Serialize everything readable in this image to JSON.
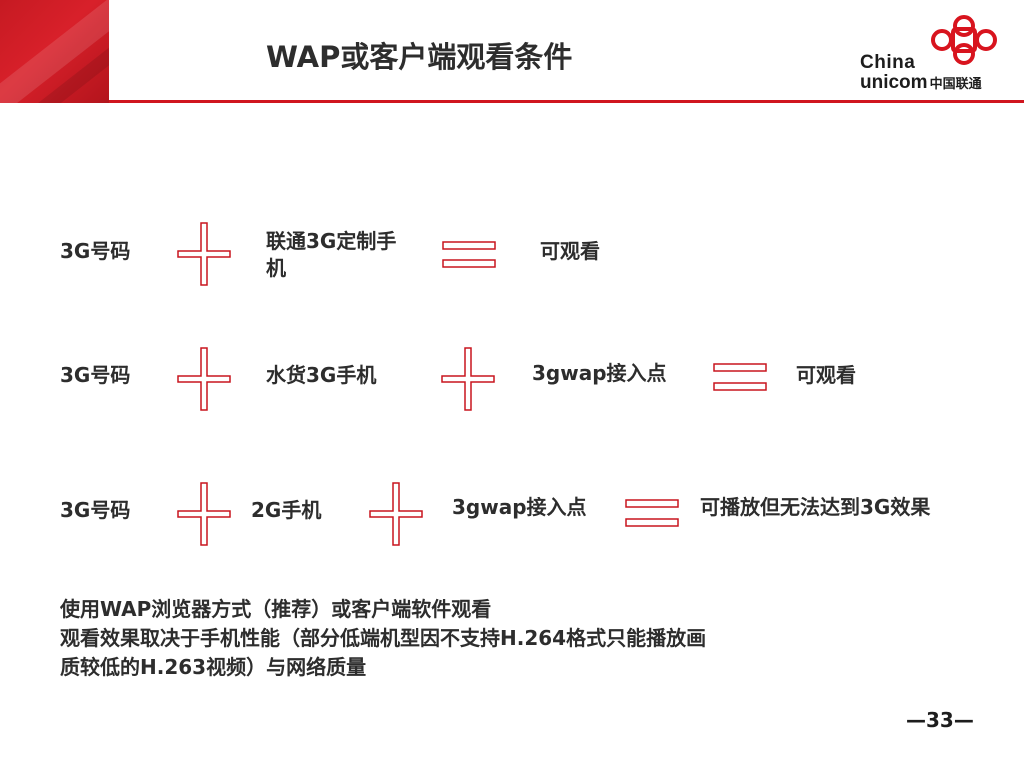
{
  "header": {
    "title": "WAP或客户端观看条件",
    "brand_color": "#d0161f"
  },
  "logo": {
    "line1": "China",
    "line2": "unicom",
    "cn": "中国联通"
  },
  "rows": [
    {
      "operands": [
        "3G号码",
        "联通3G定制手机"
      ],
      "operators": [
        "plus-icon",
        "equals-icon"
      ],
      "result": "可观看"
    },
    {
      "operands": [
        "3G号码",
        "水货3G手机",
        "3gwap接入点"
      ],
      "operators": [
        "plus-icon",
        "plus-icon",
        "equals-icon"
      ],
      "result": "可观看"
    },
    {
      "operands": [
        "3G号码",
        "2G手机",
        "3gwap接入点"
      ],
      "operators": [
        "plus-icon",
        "plus-icon",
        "equals-icon"
      ],
      "result": "可播放但无法达到3G效果"
    }
  ],
  "notes": [
    "使用WAP浏览器方式（推荐）或客户端软件观看",
    "观看效果取决于手机性能（部分低端机型因不支持H.264格式只能播放画",
    "质较低的H.263视频）与网络质量"
  ],
  "footer": {
    "page": "—33—"
  }
}
